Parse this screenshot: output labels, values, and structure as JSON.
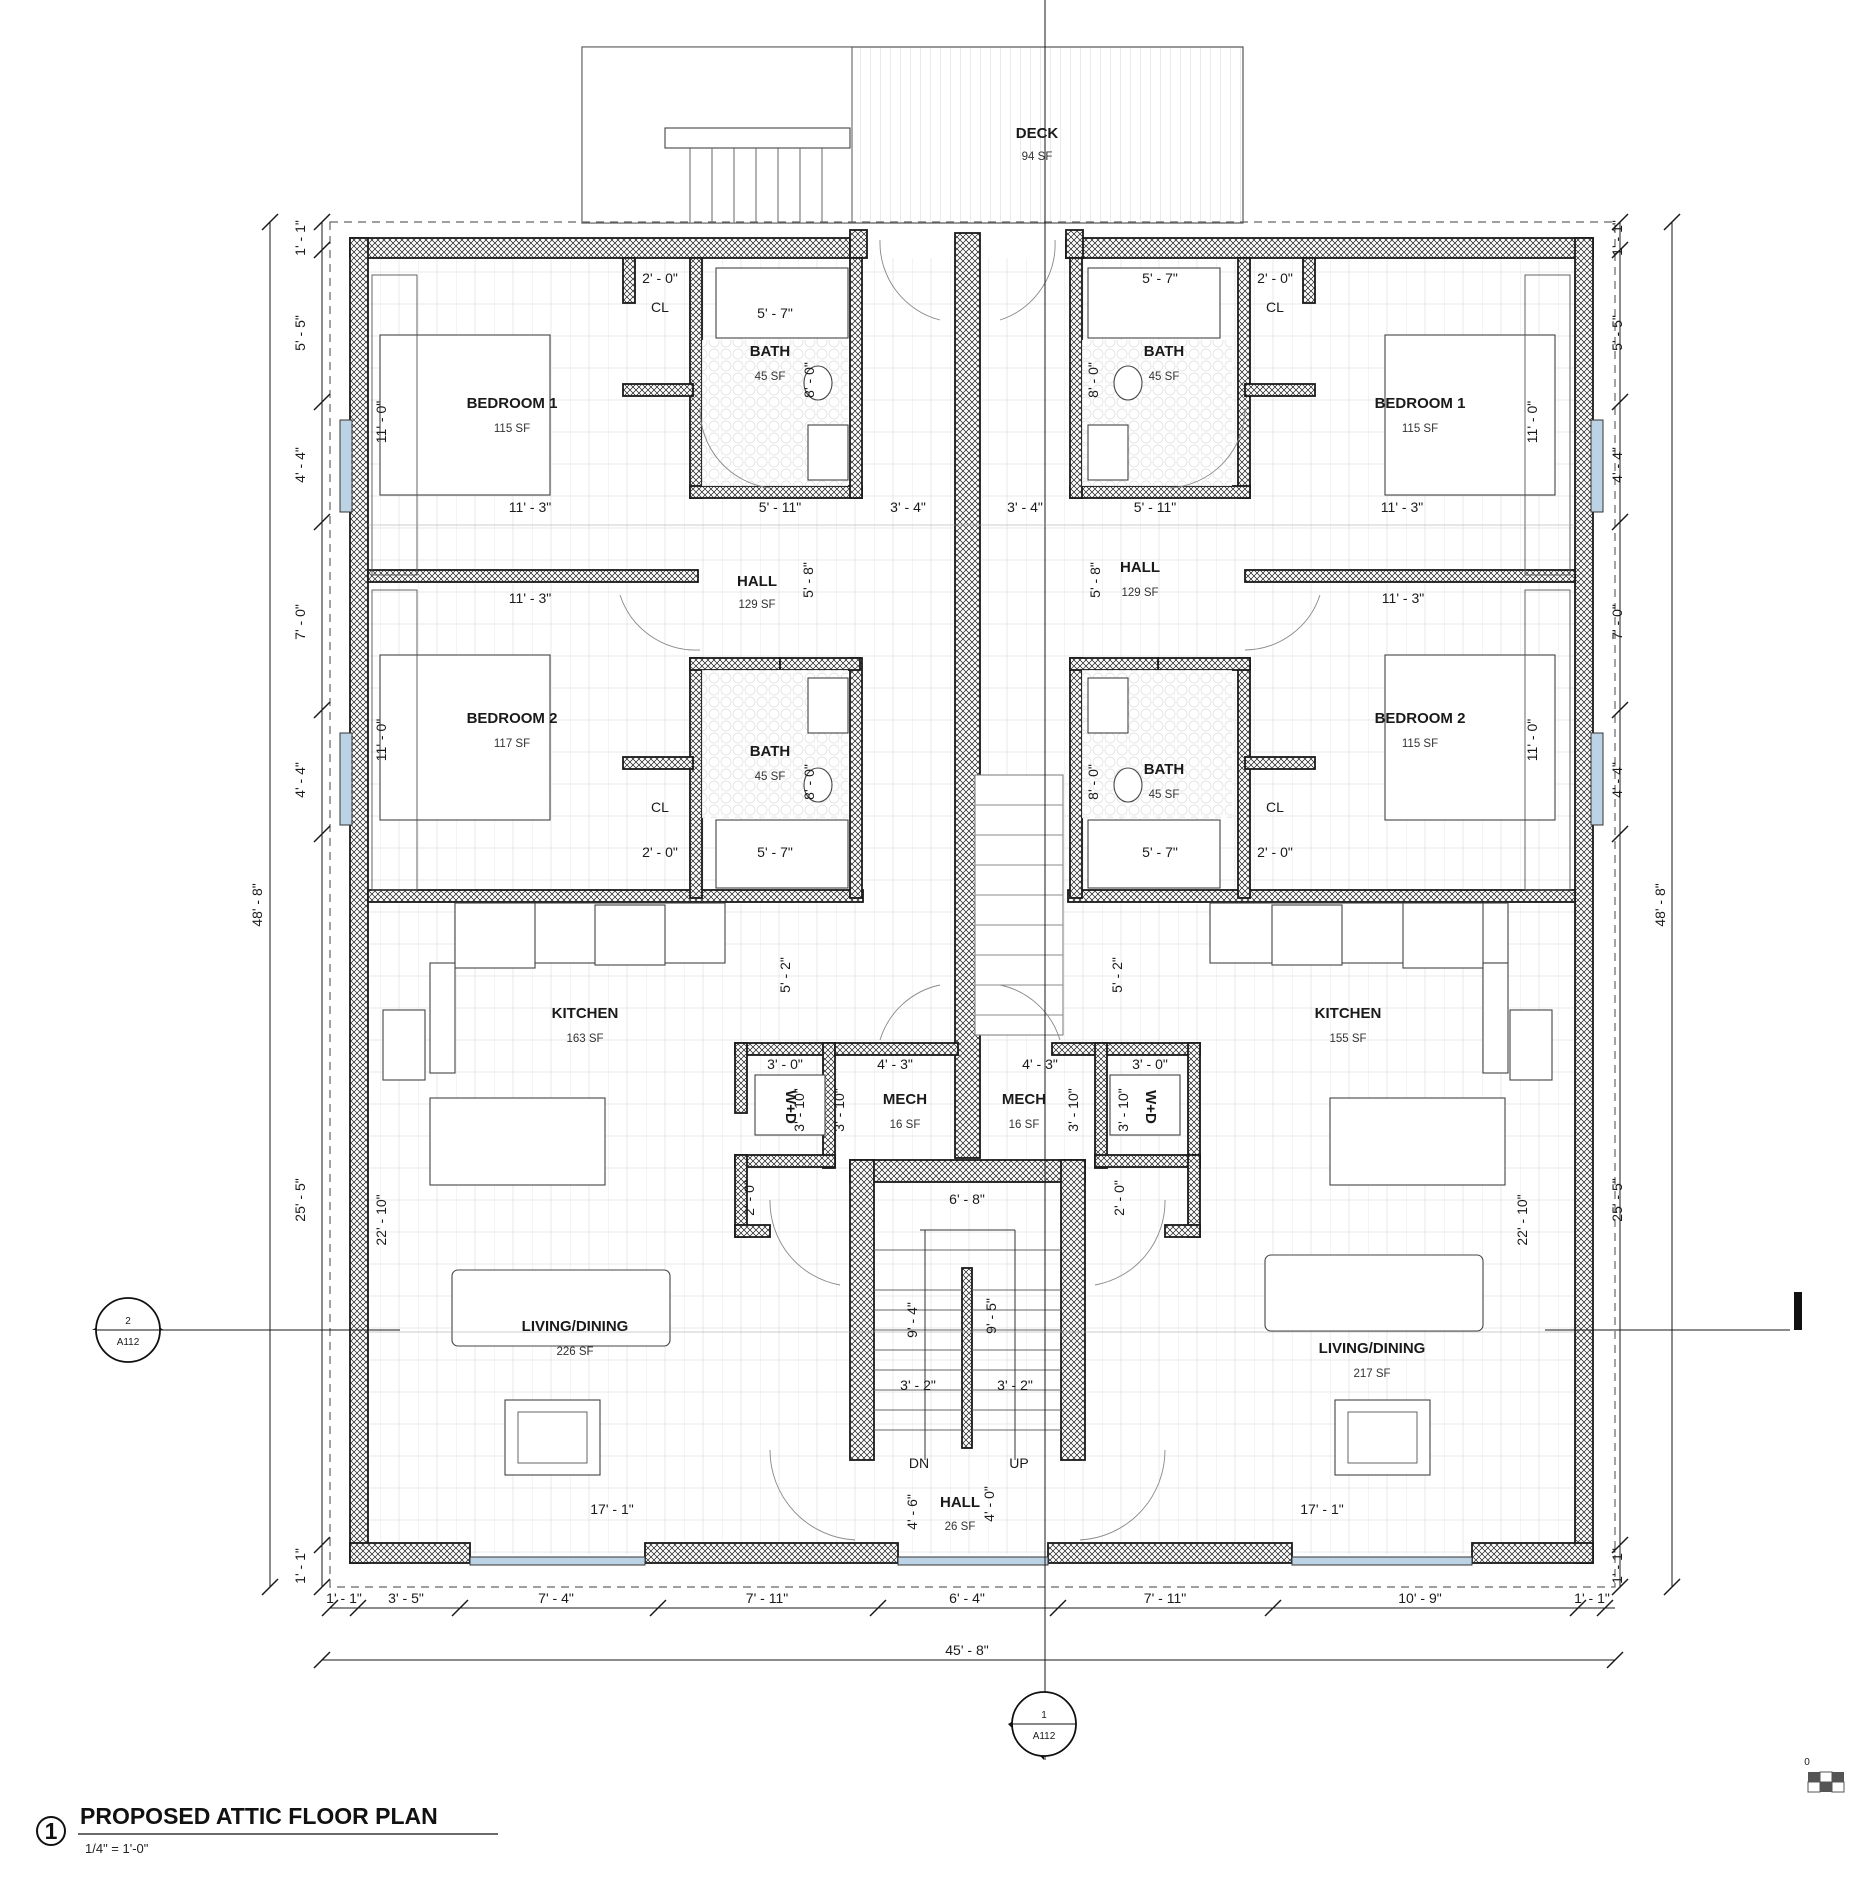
{
  "drawing": {
    "title": "PROPOSED ATTIC FLOOR PLAN",
    "number": "1",
    "scale": "1/4\" = 1'-0\"",
    "scale_bar_zero": "0"
  },
  "rooms": [
    {
      "name": "DECK",
      "area": "94 SF"
    },
    {
      "name": "BEDROOM 1",
      "area": "115 SF"
    },
    {
      "name": "BATH",
      "area": "45 SF"
    },
    {
      "name": "BATH",
      "area": "45 SF"
    },
    {
      "name": "BEDROOM 1",
      "area": "115 SF"
    },
    {
      "name": "HALL",
      "area": "129 SF"
    },
    {
      "name": "HALL",
      "area": "129 SF"
    },
    {
      "name": "BEDROOM 2",
      "area": "117 SF"
    },
    {
      "name": "BATH",
      "area": "45 SF"
    },
    {
      "name": "BATH",
      "area": "45 SF"
    },
    {
      "name": "BEDROOM 2",
      "area": "115 SF"
    },
    {
      "name": "KITCHEN",
      "area": "163 SF"
    },
    {
      "name": "KITCHEN",
      "area": "155 SF"
    },
    {
      "name": "MECH",
      "area": "16 SF"
    },
    {
      "name": "MECH",
      "area": "16 SF"
    },
    {
      "name": "LIVING/DINING",
      "area": "226 SF"
    },
    {
      "name": "LIVING/DINING",
      "area": "217 SF"
    },
    {
      "name": "HALL",
      "area": "26 SF"
    }
  ],
  "labels": {
    "closet": "CL",
    "washer_dryer": "W+D",
    "stair_down": "DN",
    "stair_up": "UP"
  },
  "section_markers": [
    {
      "number": "2",
      "sheet": "A112"
    },
    {
      "number": "1",
      "sheet": "A112"
    }
  ],
  "dimensions": {
    "left": [
      "1' - 1\"",
      "5' - 5\"",
      "4' - 4\"",
      "7' - 0\"",
      "4' - 4\"",
      "25' - 5\"",
      "1' - 1\"",
      "48' - 8\""
    ],
    "right": [
      "1' - 1\"",
      "5' - 5\"",
      "4' - 4\"",
      "7' - 0\"",
      "4' - 4\"",
      "25' - 5\"",
      "1' - 1\"",
      "48' - 8\""
    ],
    "bottom": [
      "1' - 1\"",
      "3' - 5\"",
      "7' - 4\"",
      "7' - 11\"",
      "6' - 4\"",
      "7' - 11\"",
      "10' - 9\"",
      "1' - 1\""
    ],
    "overall_width": "45' - 8\"",
    "interior": [
      "2' - 0\"",
      "5' - 7\"",
      "8' - 0\"",
      "11' - 0\"",
      "11' - 3\"",
      "5' - 11\"",
      "3' - 4\"",
      "3' - 4\"",
      "5' - 11\"",
      "11' - 3\"",
      "11' - 0\"",
      "8' - 0\"",
      "5' - 7\"",
      "2' - 0\"",
      "11' - 3\"",
      "5' - 8\"",
      "5' - 8\"",
      "11' - 3\"",
      "11' - 0\"",
      "8' - 0\"",
      "2' - 0\"",
      "5' - 7\"",
      "8' - 0\"",
      "5' - 7\"",
      "2' - 0\"",
      "11' - 0\"",
      "5' - 2\"",
      "5' - 2\"",
      "3' - 0\"",
      "4' - 3\"",
      "4' - 3\"",
      "3' - 0\"",
      "3' - 10\"",
      "3' - 10\"",
      "3' - 10\"",
      "3' - 10\"",
      "2' - 0\"",
      "2' - 0\"",
      "6' - 8\"",
      "9' - 4\"",
      "9' - 5\"",
      "3' - 2\"",
      "3' - 2\"",
      "22' - 10\"",
      "22' - 10\"",
      "4' - 6\"",
      "4' - 0\"",
      "17' - 1\"",
      "17' - 1\""
    ]
  },
  "colors": {
    "line": "#1a1a1a",
    "window": "#bcd3e6",
    "hatch": "#1a1a1a"
  }
}
